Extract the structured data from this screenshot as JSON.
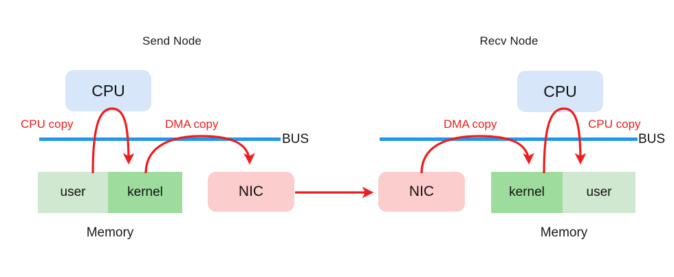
{
  "diagram": {
    "title_send": "Send Node",
    "title_recv": "Recv Node",
    "bus_label_left": "BUS",
    "bus_label_right": "BUS",
    "memory_caption_left": "Memory",
    "memory_caption_right": "Memory",
    "colors": {
      "cpu_fill": "#d7e6f8",
      "nic_fill": "#fbcdcd",
      "user_fill": "#cfe8cf",
      "kernel_fill": "#9ddc9d",
      "bus_stroke": "#1f96f0",
      "arrow_stroke": "#ee1c1c",
      "background": "#ffffff"
    }
  },
  "send_node": {
    "cpu_label": "CPU",
    "nic_label": "NIC",
    "memory": {
      "user_label": "user",
      "kernel_label": "kernel"
    },
    "arrows": {
      "cpu_copy_label": "CPU copy",
      "dma_copy_label": "DMA copy"
    }
  },
  "recv_node": {
    "cpu_label": "CPU",
    "nic_label": "NIC",
    "memory": {
      "kernel_label": "kernel",
      "user_label": "user"
    },
    "arrows": {
      "dma_copy_label": "DMA copy",
      "cpu_copy_label": "CPU copy"
    }
  },
  "link": {
    "description": "network-link-arrow"
  }
}
